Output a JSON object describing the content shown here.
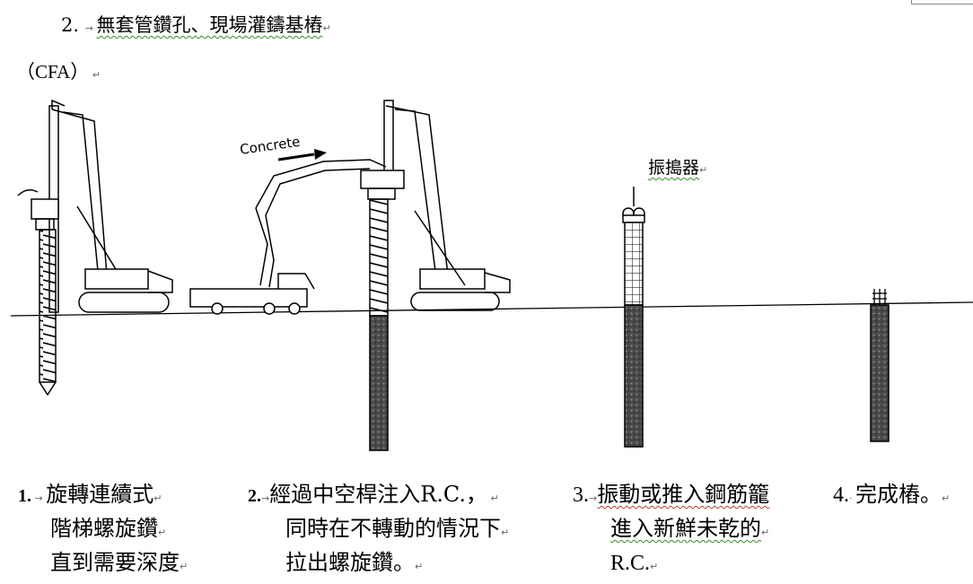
{
  "title": {
    "number": "2.",
    "text": "無套管鑽孔、現場灌鑄基樁"
  },
  "subtitle": "（CFA）",
  "diagram": {
    "concrete_label": "Concrete",
    "vibrator_label": "振搗器"
  },
  "steps": [
    {
      "number": "1.",
      "lines": [
        "旋轉連續式",
        "階梯螺旋鑽",
        "直到需要深度"
      ]
    },
    {
      "number": "2.",
      "lines": [
        "經過中空桿注入R.C.，",
        "同時在不轉動的情況下",
        "拉出螺旋鑽。"
      ]
    },
    {
      "number": "3.",
      "lines": [
        "振動或推入鋼筋籠",
        "進入新鮮未乾的",
        "R.C."
      ]
    },
    {
      "number": "4.",
      "lines": [
        "完成樁。"
      ]
    }
  ],
  "colors": {
    "line": "#000000",
    "concrete": "#3c3c3c",
    "wavy_underline": "#3a8a2a"
  }
}
